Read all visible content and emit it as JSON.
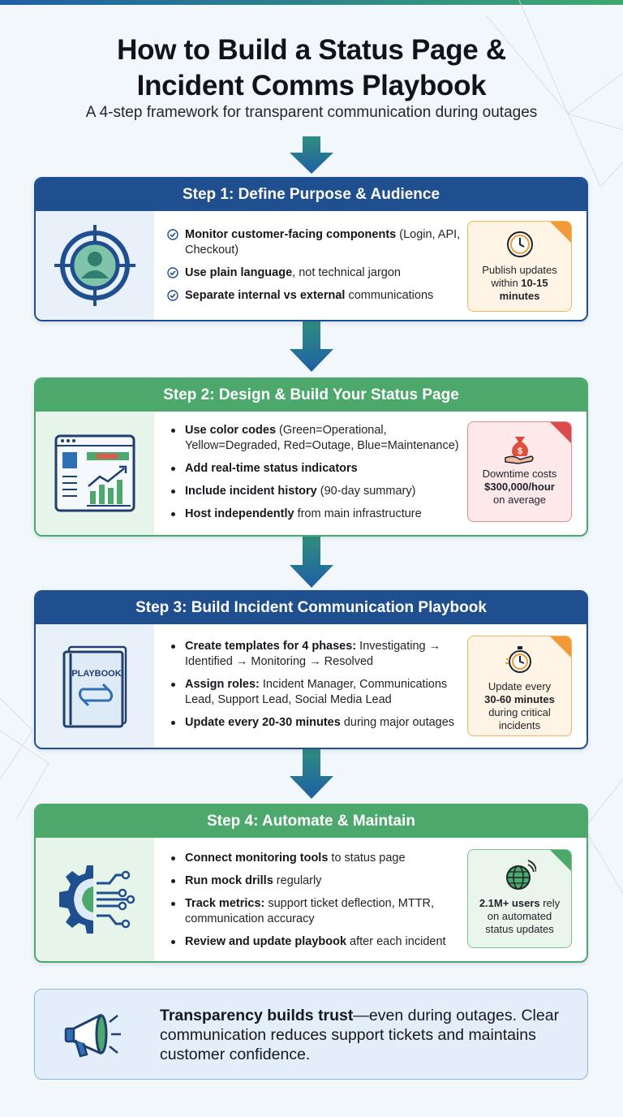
{
  "header": {
    "title_line1": "How to Build a Status Page &",
    "title_line2": "Incident Comms Playbook",
    "subtitle": "A 4-step framework for transparent communication during outages"
  },
  "colors": {
    "blue": "#1f4f8f",
    "green": "#4ca86b",
    "orange": "#f29a38",
    "red": "#dc4c4c"
  },
  "steps": [
    {
      "title": "Step 1: Define Purpose & Audience",
      "icon": "target-user-icon",
      "bullets": [
        {
          "bold": "Monitor customer-facing components",
          "rest": " (Login, API, Checkout)"
        },
        {
          "bold": "Use plain language",
          "rest": ", not technical jargon"
        },
        {
          "bold": "Separate internal vs external",
          "rest": " communications"
        }
      ],
      "callout": {
        "icon": "clock-icon",
        "line1": "Publish updates",
        "line2": "within ",
        "bold": "10-15",
        "line3": "minutes"
      }
    },
    {
      "title": "Step 2: Design & Build Your Status Page",
      "icon": "dashboard-icon",
      "bullets": [
        {
          "bold": "Use color codes",
          "rest": " (Green=Operational, Yellow=Degraded, Red=Outage, Blue=Maintenance)"
        },
        {
          "bold": "Add real-time status indicators",
          "rest": ""
        },
        {
          "bold": "Include incident history",
          "rest": " (90-day summary)"
        },
        {
          "bold": "Host independently",
          "rest": " from main infrastructure"
        }
      ],
      "callout": {
        "icon": "money-bag-hand-icon",
        "line1": "Downtime costs",
        "bold": "$300,000/hour",
        "line3": "on average"
      }
    },
    {
      "title": "Step 3: Build Incident Communication Playbook",
      "icon": "playbook-icon",
      "playbook_label": "PLAYBOOK",
      "bullets": [
        {
          "bold": "Create templates for 4 phases:",
          "rest": " Investigating → Identified → Monitoring → Resolved"
        },
        {
          "bold": "Assign roles:",
          "rest": " Incident Manager, Communications Lead, Support Lead, Social Media Lead"
        },
        {
          "bold": "Update every 20-30 minutes",
          "rest": " during major outages"
        }
      ],
      "callout": {
        "icon": "stopwatch-icon",
        "line1": "Update every",
        "bold": "30-60 minutes",
        "line3": "during critical incidents"
      }
    },
    {
      "title": "Step 4: Automate & Maintain",
      "icon": "gear-circuit-icon",
      "bullets": [
        {
          "bold": "Connect monitoring tools",
          "rest": " to status page"
        },
        {
          "bold": "Run mock drills",
          "rest": " regularly"
        },
        {
          "bold": "Track metrics:",
          "rest": " support ticket deflection, MTTR, communication accuracy"
        },
        {
          "bold": "Review and update playbook",
          "rest": " after each incident"
        }
      ],
      "callout": {
        "icon": "globe-signal-icon",
        "bold": "2.1M+ users",
        "line1": " rely",
        "line3": "on automated status updates"
      }
    }
  ],
  "footer": {
    "icon": "megaphone-icon",
    "bold": "Transparency builds trust",
    "rest": "—even during outages. Clear communication reduces support tickets and maintains customer confidence."
  }
}
